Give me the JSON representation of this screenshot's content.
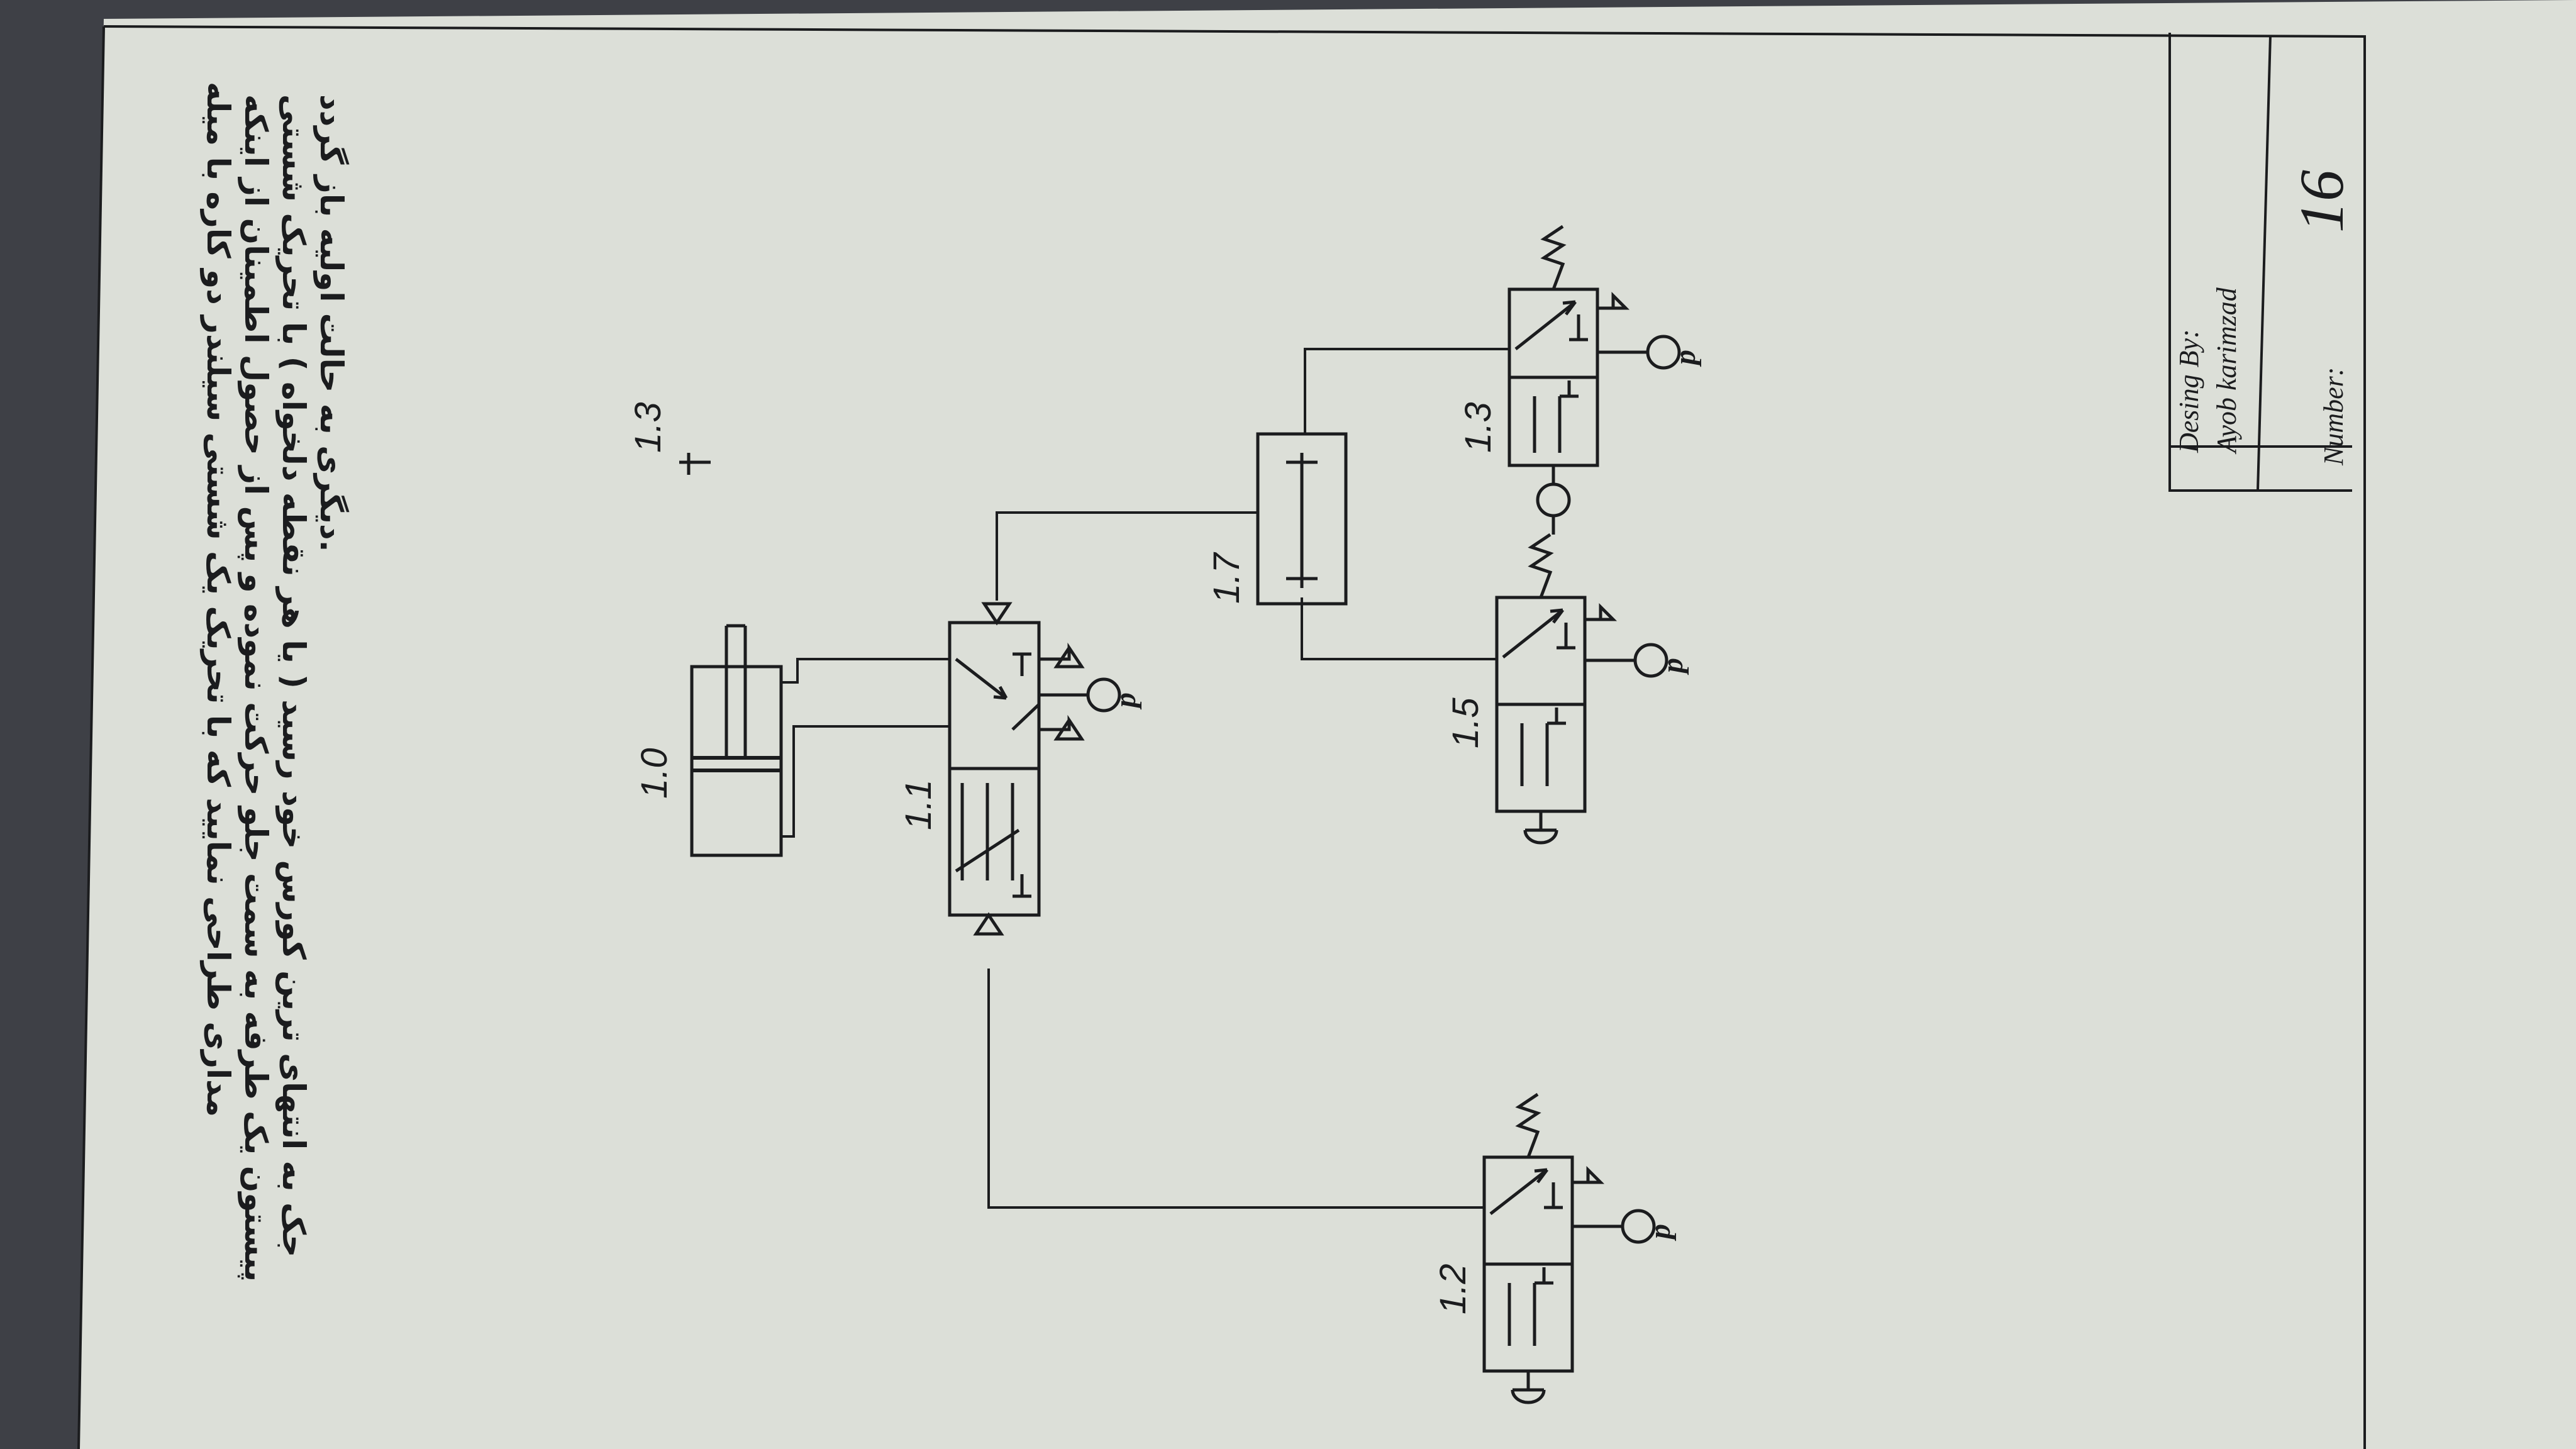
{
  "instructions_fa": [
    "مداری طراحی نمایید که با تحریک یک شستی سیلندر دو کاره با میله",
    "پیستون یک طرفه به سمت جلو حرکت نموده و پس از حصول اطمینان از اینکه",
    "جک به انتهای ترین کورس خود رسید ( یا هر نقطه دلخواه ) با تحریک شستی",
    "دیگری به حالت اولیه باز گردد."
  ],
  "labels": {
    "cylinder": "1.0",
    "main_valve": "1.1",
    "start_valve": "1.2",
    "limit_valve": "1.3",
    "limit_marker": "1.3",
    "return_valve": "1.5",
    "or_valve": "1.7",
    "pressure": "p"
  },
  "title_block": {
    "design_label": "Desing By:",
    "designer": "Ayob karimzad",
    "number_label": "Number:",
    "number": "16"
  },
  "colors": {
    "paper": "#dcdfd8",
    "ink": "#1b1c1e",
    "background": "#3e4046"
  }
}
